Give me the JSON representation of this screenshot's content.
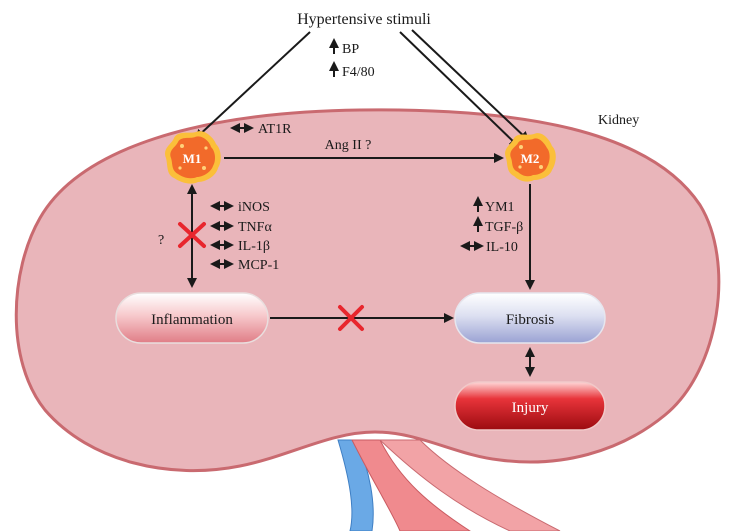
{
  "top_stimulus": "Hypertensive stimuli",
  "bp_label": "BP",
  "f480_label": "F4/80",
  "organ_label": "Kidney",
  "m1_label": "M1",
  "m2_label": "M2",
  "at1r_label": "AT1R",
  "ang_label": "Ang II ?",
  "question_mark": "?",
  "m1_markers": [
    "iNOS",
    "TNFα",
    "IL-1β",
    "MCP-1"
  ],
  "m2_markers": [
    "YM1",
    "TGF-β",
    "IL-10"
  ],
  "boxes": {
    "inflammation": "Inflammation",
    "fibrosis": "Fibrosis",
    "injury": "Injury"
  },
  "colors": {
    "kidney_fill": "#e9b5ba",
    "kidney_stroke": "#c96a70",
    "cell_fill": "#f26a2a",
    "cell_ring": "#fbbf3a",
    "inflammation_pill": "#f2a7ad",
    "fibrosis_pill": "#c8cde8",
    "injury_pill": "#d9141b",
    "block_x": "#e8262d"
  }
}
